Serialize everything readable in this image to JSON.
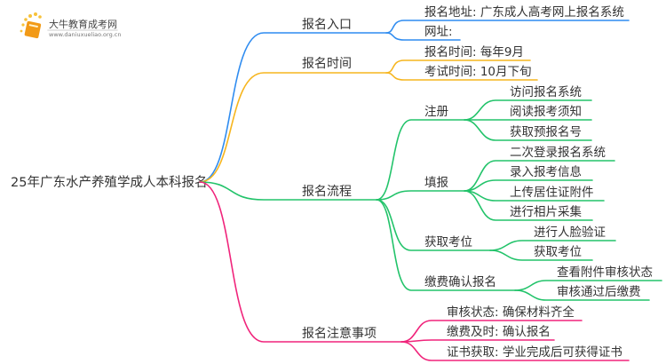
{
  "logo": {
    "title": "大牛教育成考网",
    "url": "www.daniuxueliao.org.cn"
  },
  "root": "25年广东水产养殖学成人本科报名",
  "colors": {
    "entry": "#2f8cf0",
    "time": "#f6b51e",
    "process": "#22c36a",
    "notes": "#f0247b"
  },
  "branches": {
    "entry": {
      "label": "报名入口",
      "children": [
        "报名地址: 广东成人高考网上报名系统",
        "网址:"
      ]
    },
    "time": {
      "label": "报名时间",
      "children": [
        "报名时间: 每年9月",
        "考试时间: 10月下旬"
      ]
    },
    "process": {
      "label": "报名流程",
      "children": [
        {
          "label": "注册",
          "children": [
            "访问报名系统",
            "阅读报考须知",
            "获取预报名号"
          ]
        },
        {
          "label": "填报",
          "children": [
            "二次登录报名系统",
            "录入报考信息",
            "上传居住证附件",
            "进行相片采集"
          ]
        },
        {
          "label": "获取考位",
          "children": [
            "进行人脸验证",
            "获取考位"
          ]
        },
        {
          "label": "缴费确认报名",
          "children": [
            "查看附件审核状态",
            "审核通过后缴费"
          ]
        }
      ]
    },
    "notes": {
      "label": "报名注意事项",
      "children": [
        "审核状态: 确保材料齐全",
        "缴费及时: 确认报名",
        "证书获取: 学业完成后可获得证书"
      ]
    }
  }
}
